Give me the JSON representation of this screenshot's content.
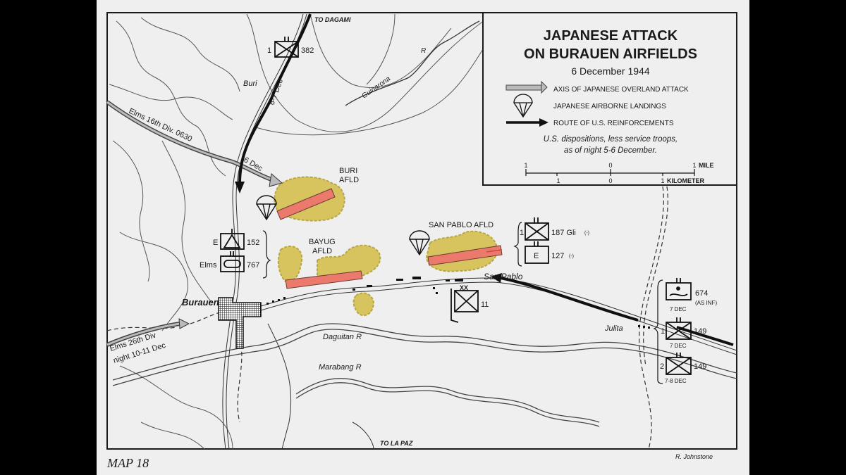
{
  "legend": {
    "title_line1": "JAPANESE ATTACK",
    "title_line2": "ON BURAUEN AIRFIELDS",
    "date": "6 December 1944",
    "items": [
      {
        "icon": "hatched-arrow-icon",
        "label": "Axis of Japanese overland attack"
      },
      {
        "icon": "parachute-icon",
        "label": "Japanese airborne landings"
      },
      {
        "icon": "black-arrow-icon",
        "label": "Route of U.S. reinforcements"
      }
    ],
    "note_line1": "U.S. dispositions, less service troops,",
    "note_line2": "as of night 5-6 December.",
    "scale": {
      "mile_ticks": [
        "1",
        "0",
        "1"
      ],
      "mile_unit": "MILE",
      "km_ticks": [
        "1",
        "0",
        "1"
      ],
      "km_unit": "KILOMETER"
    }
  },
  "places": {
    "to_dagami": "TO DAGAMI",
    "buri": "Buri",
    "guinarona": "Guinarona",
    "guinarona_r": "R",
    "buri_afld_1": "BURI",
    "buri_afld_2": "AFLD",
    "bayug_afld_1": "BAYUG",
    "bayug_afld_2": "AFLD",
    "san_pablo_afld": "SAN PABLO AFLD",
    "san_pablo": "San Pablo",
    "burauen": "Burauen",
    "daguitan": "Daguitan R",
    "marabang": "Marabang R",
    "julita": "Julita",
    "to_la_paz": "TO LA PAZ"
  },
  "movements": {
    "elms_16th": "Elms 16th Div. 0630",
    "dec6": "6 Dec",
    "dec67": "6-7 Dec",
    "elms_26th_1": "Elms 26th Div",
    "elms_26th_2": "night 10-11 Dec"
  },
  "units": {
    "u382": {
      "prefix": "1",
      "number": "382"
    },
    "u152": {
      "prefix": "E",
      "number": "152"
    },
    "u767": {
      "prefix": "Elms",
      "number": "767"
    },
    "u187": {
      "prefix": "1",
      "number": "187 Gli",
      "suffix": "(-)"
    },
    "u127": {
      "letter": "E",
      "number": "127",
      "suffix": "(-)"
    },
    "u11": {
      "echelon": "XX",
      "number": "11"
    },
    "u674": {
      "number": "674",
      "note": "(AS INF)",
      "date": "7 DEC"
    },
    "u149a": {
      "prefix": "1",
      "number": "149",
      "date": "7 DEC"
    },
    "u149b": {
      "prefix": "2",
      "number": "149",
      "date": "7-8 DEC"
    }
  },
  "footer": {
    "map_number": "MAP 18",
    "credit": "R. Johnstone"
  },
  "colors": {
    "paper": "#efefef",
    "airfield_area": "#d8c45e",
    "runway": "#ec7a6c",
    "ink": "#1a1a1a"
  }
}
